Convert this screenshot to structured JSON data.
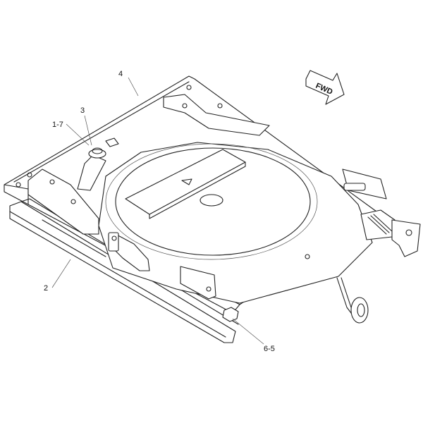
{
  "diagram": {
    "fwd_label": "FWD",
    "callouts": [
      "4",
      "3",
      "1-7",
      "2",
      "6-5"
    ]
  }
}
